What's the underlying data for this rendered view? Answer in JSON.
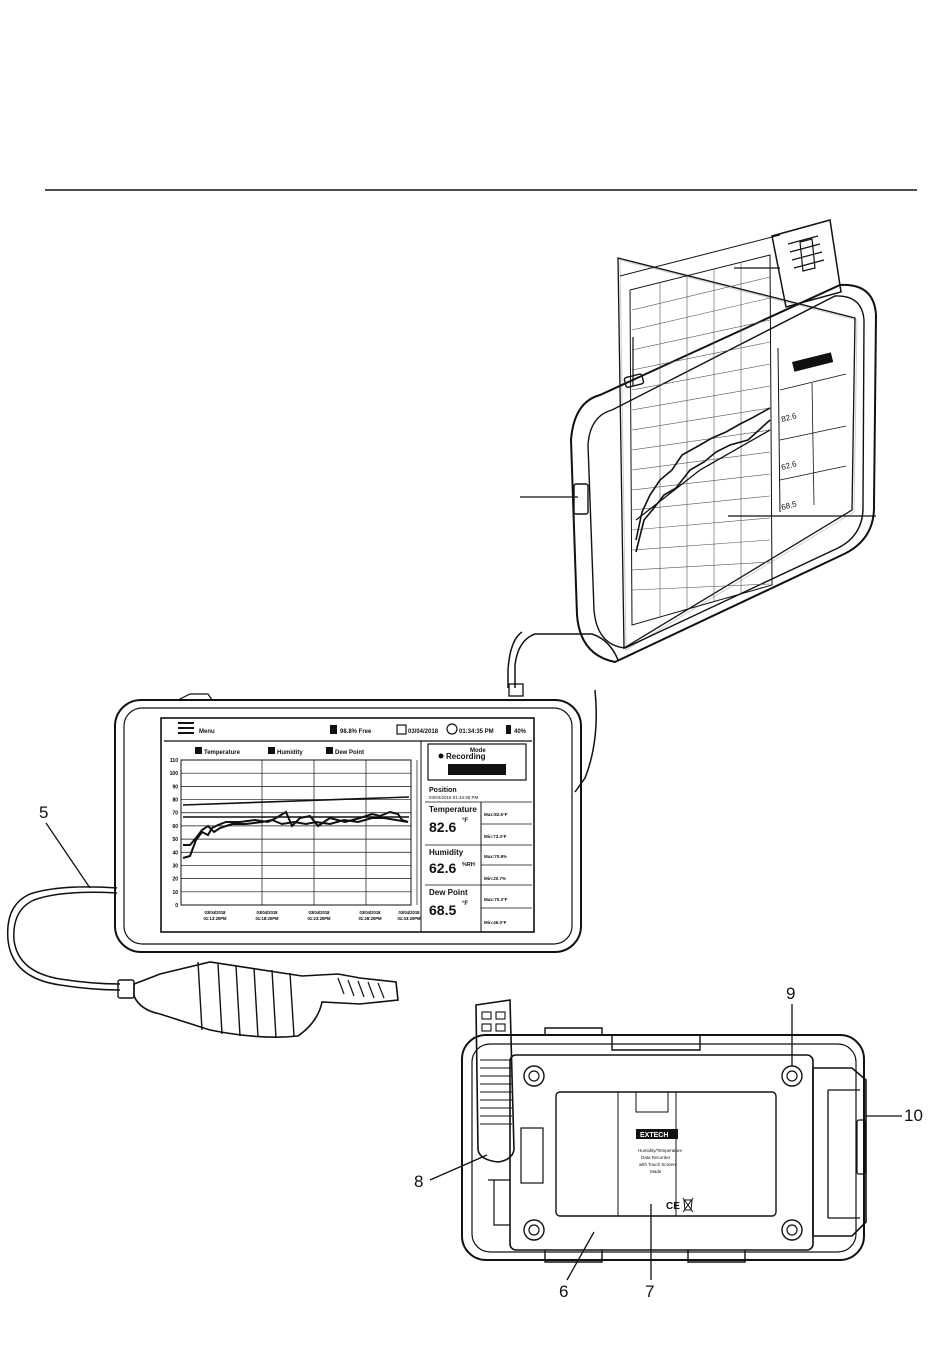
{
  "callouts": {
    "c5": "5",
    "c6": "6",
    "c7": "7",
    "c8": "8",
    "c9": "9",
    "c10": "10"
  },
  "screen": {
    "menu": "Menu",
    "memory": "98.8% Free",
    "date": "03/04/2018",
    "time": "01:34:35 PM",
    "battery": "40%",
    "legend": {
      "temperature": "Temperature",
      "humidity": "Humidity",
      "dew_point": "Dew Point"
    },
    "mode_label": "Mode",
    "mode_value": "Recording",
    "position_label": "Position",
    "position_value": "03/04/2018 01:34:35 PM",
    "temperature": {
      "label": "Temperature",
      "value": "82.6",
      "unit": "°F",
      "max": "Max:82.6°F",
      "min": "Min:73.3°F"
    },
    "humidity": {
      "label": "Humidity",
      "value": "62.6",
      "unit": "%RH",
      "max": "Max:70.8%",
      "min": "Min:20.7%"
    },
    "dew_point": {
      "label": "Dew Point",
      "value": "68.5",
      "unit": "°F",
      "max": "Max:70.3°F",
      "min": "Min:46.0°F"
    },
    "y_ticks": [
      "110",
      "100",
      "90",
      "80",
      "70",
      "60",
      "50",
      "40",
      "30",
      "20",
      "10",
      "0"
    ],
    "x_ticks": [
      "03/04/2018 01:13:20PM",
      "03/04/2018 01:18:20PM",
      "03/04/2018 01:23:20PM",
      "03/04/2018 01:28:20PM",
      "03/04/2018 01:33:20PM"
    ]
  },
  "label": {
    "brand": "EXTECH",
    "line1": "Humidity/Temperature",
    "line2": "Data Recorder",
    "line3": "with Touch Screen",
    "line4": "Made",
    "marks": "CE"
  },
  "colors": {
    "ink": "#111111",
    "screen": "#ffffff",
    "bezel": "#f2f2f2"
  }
}
